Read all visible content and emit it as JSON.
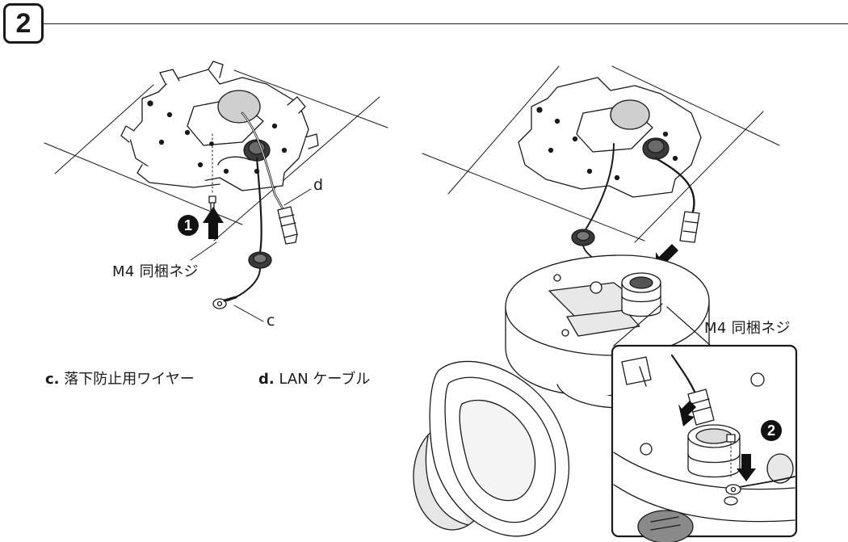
{
  "step": {
    "number": "2"
  },
  "left_figure": {
    "label_d": "d",
    "label_c": "c",
    "label_screw": "M4 同梱ネジ",
    "callout_1": "1"
  },
  "right_figure": {
    "label_screw": "M4 同梱ネジ",
    "callout_2": "2"
  },
  "legend": {
    "c_key": "c.",
    "c_text": "落下防止用ワイヤー",
    "d_key": "d.",
    "d_text": "LAN ケーブル"
  }
}
